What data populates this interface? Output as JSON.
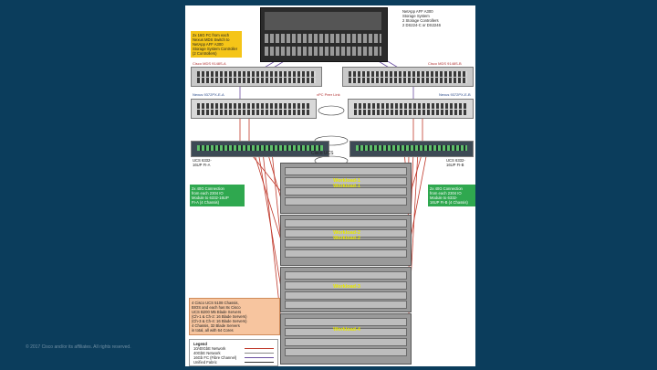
{
  "footer": "© 2017 Cisco and/or its affiliates. All rights reserved.",
  "storage_note": [
    "NetApp AFF A300",
    "Storage System",
    "2 Storage Controllers",
    "2 DS224-C or DS2246"
  ],
  "fc_note": [
    "2x 16G FC from each",
    "Nexus MDS Switch to",
    "NetApp AFF A300",
    "Storage System Controller",
    "(2 Controllers)"
  ],
  "mds_a_label": "Cisco MDS 9148S-A",
  "mds_b_label": "Cisco MDS 9148S-B",
  "nexus_a_label": "Nexus 9372PX-E-A",
  "nexus_b_label": "Nexus 9372PX-E-B",
  "vpc_label": "vPC Peer Link",
  "fi_a_label": [
    "UCS 6332-",
    "16UP FI-A"
  ],
  "fi_b_label": [
    "UCS 6332-",
    "16UP FI-B"
  ],
  "fi_center_label": "Cisco UCS",
  "left_link_note": [
    "2x 40G Connection",
    "from each 2304 IO",
    "Module to 6332-16UP",
    "FI-A (4 Chassis)"
  ],
  "right_link_note": [
    "2x 40G Connection",
    "from each 2304 IO",
    "Module to 6332-",
    "16UP FI-B (4 Chassis)"
  ],
  "workload_1": [
    "Workload-1",
    "Workload-1"
  ],
  "workload_2": [
    "Workload-2",
    "Workload-2"
  ],
  "workload_3": "Workload-3",
  "workload_4": "Workload-4",
  "chassis_note": [
    "4 Cisco UCS 5108 Chassis,",
    "BIOS and each has 8x Cisco",
    "UCS B200 M5 Blade Servers",
    "(Ch-1 & Ch-2: 16 Blade Servers)",
    "(Ch-3 & Ch-4: 16 Blade Servers)",
    "4 Chassis, 32 Blade Servers",
    "in total, all with 64 Cores"
  ],
  "legend": [
    "Legend",
    "10/40GbE Network",
    "40GbE Network",
    "16Gb FC (Fibre Channel)",
    "Unified Fabric"
  ],
  "colors": {
    "slide_bg": "#0b3d5c",
    "network": "#c0392b",
    "fc": "#6b4fa0",
    "note_yellow": "#f5c518",
    "note_green": "#2fa84f",
    "note_orange": "#f7c59f"
  }
}
